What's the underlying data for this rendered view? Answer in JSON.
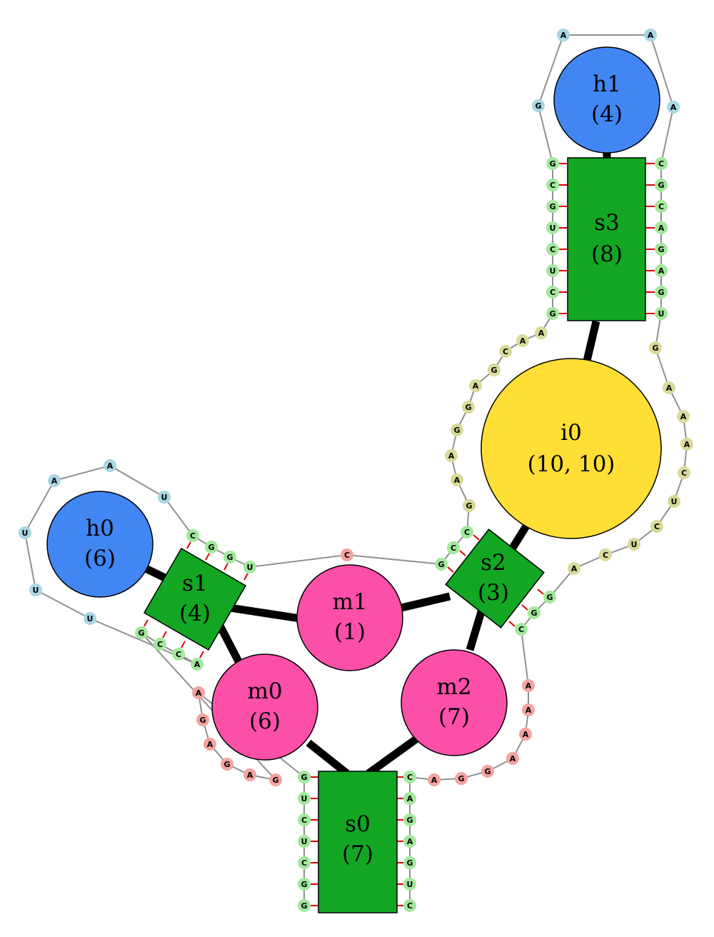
{
  "colors": {
    "stem": "#12a622",
    "hairpin": "#4286f4",
    "multiloop": "#fb4fa8",
    "interior": "#ffde35",
    "nuc_stem": "#a2e89c",
    "nuc_hairpin": "#a8d6e3",
    "nuc_multi": "#f3a3a0",
    "nuc_interior": "#d8db99",
    "backbone": "#909090",
    "pair": "#e00000"
  },
  "nodes": [
    {
      "id": "s0",
      "name": "s0",
      "size": "(7)",
      "kind": "stem"
    },
    {
      "id": "s1",
      "name": "s1",
      "size": "(4)",
      "kind": "stem"
    },
    {
      "id": "s2",
      "name": "s2",
      "size": "(3)",
      "kind": "stem"
    },
    {
      "id": "s3",
      "name": "s3",
      "size": "(8)",
      "kind": "stem"
    },
    {
      "id": "h0",
      "name": "h0",
      "size": "(6)",
      "kind": "hairpin"
    },
    {
      "id": "h1",
      "name": "h1",
      "size": "(4)",
      "kind": "hairpin"
    },
    {
      "id": "m0",
      "name": "m0",
      "size": "(6)",
      "kind": "multiloop"
    },
    {
      "id": "m1",
      "name": "m1",
      "size": "(1)",
      "kind": "multiloop"
    },
    {
      "id": "m2",
      "name": "m2",
      "size": "(7)",
      "kind": "multiloop"
    },
    {
      "id": "i0",
      "name": "i0",
      "size": "(10, 10)",
      "kind": "interior"
    }
  ],
  "nucleotides": {
    "s0_left": [
      "G",
      "U",
      "C",
      "U",
      "C",
      "G",
      "G"
    ],
    "s0_right": [
      "C",
      "A",
      "G",
      "A",
      "G",
      "U",
      "C"
    ],
    "m0": [
      "A",
      "G",
      "A",
      "G",
      "A",
      "G"
    ],
    "s1_bottom": [
      "G",
      "C",
      "C",
      "A"
    ],
    "h0": [
      "U",
      "U",
      "U",
      "A",
      "A",
      "U"
    ],
    "s1_top": [
      "C",
      "G",
      "G",
      "U"
    ],
    "m1": [
      "C"
    ],
    "s2_left": [
      "G",
      "C",
      "C"
    ],
    "i0_left": [
      "G",
      "A",
      "A",
      "G",
      "G",
      "A",
      "G",
      "C",
      "A",
      "A"
    ],
    "s3_left": [
      "G",
      "C",
      "G",
      "U",
      "C",
      "U",
      "C",
      "G"
    ],
    "h1": [
      "G",
      "A",
      "A",
      "A"
    ],
    "s3_right": [
      "C",
      "G",
      "C",
      "A",
      "G",
      "A",
      "G",
      "U"
    ],
    "i0_right": [
      "G",
      "A",
      "A",
      "A",
      "C",
      "U",
      "C",
      "U",
      "C",
      "A"
    ],
    "s2_right": [
      "G",
      "G",
      "C"
    ],
    "m2": [
      "A",
      "A",
      "A",
      "A",
      "G",
      "G",
      "A"
    ]
  }
}
